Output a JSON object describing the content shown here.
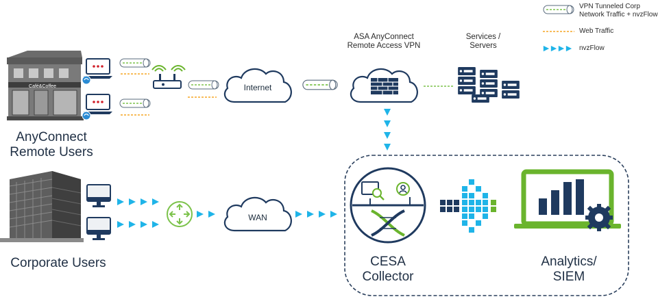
{
  "legend": {
    "vpn": "VPN Tunneled Corp\nNetwork Traffic + nvzFlow",
    "web": "Web Traffic",
    "nvz": "nvzFlow"
  },
  "labels": {
    "anyconnect_users": "AnyConnect\nRemote Users",
    "corporate_users": "Corporate Users",
    "internet": "Internet",
    "wan": "WAN",
    "asa": "ASA AnyConnect\nRemote Access VPN",
    "services": "Services /\nServers",
    "cesa": "CESA\nCollector",
    "analytics": "Analytics/\nSIEM",
    "storefront": "Café&Coffee"
  },
  "icons": {
    "store": "storefront-building-icon",
    "office": "office-building-icon",
    "laptop": "laptop-anyconnect-icon",
    "router": "wifi-router-icon",
    "cloud": "cloud-icon",
    "firewall": "firewall-icon",
    "servers": "server-rack-icon",
    "desktop": "desktop-monitor-icon",
    "switch": "network-switch-icon",
    "collector": "cesa-collector-icon",
    "analytics": "analytics-dashboard-icon"
  },
  "colors": {
    "vpn_green": "#7bc24a",
    "web_orange": "#f5a623",
    "nvz_blue": "#1fb4e8",
    "navy": "#1f3a5f",
    "dark_border": "#2a3f5c",
    "analytics_green": "#6ab42d"
  }
}
